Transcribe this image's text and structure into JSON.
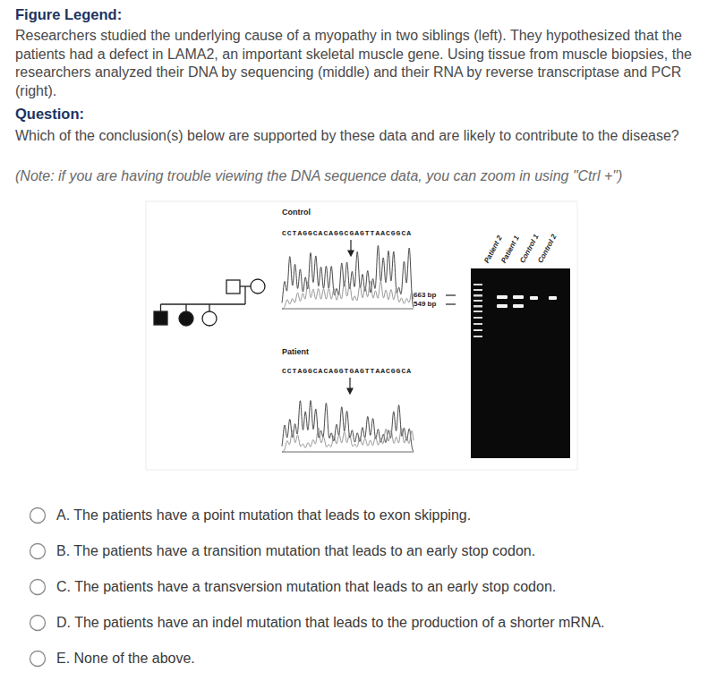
{
  "diagram": {
    "labels": [
      "Figure Legend:",
      "Researchers studied the underlying cause of a myopathy in two siblings (left). They hypothesized that the patients had a defect in LAMA2, an important skeletal muscle gene. Using tissue from muscle biopsies, the researchers analyzed their DNA by sequencing (middle) and their RNA by reverse transcriptase and PCR (right).",
      "Question:",
      "Which of the conclusion(s) below are supported by these data and are likely to contribute to the disease?",
      "(Note: if you are having trouble viewing the DNA sequence data, you can zoom in using \"Ctrl +\")",
      "Control",
      "CCTAGGCACAGGCGAGTTAACGGCA",
      "Patient",
      "CCTAGGCACAGGTGAGTTAACGGCA",
      "663 bp",
      "549 bp",
      "Patient 2",
      "Patient 1",
      "Control 1",
      "Control 2",
      "A. The patients have a point mutation that leads to exon skipping.",
      "B. The patients have a transition mutation that leads to an early stop codon.",
      "C. The patients have a transversion mutation that leads to an early stop codon.",
      "D. The patients have an indel mutation that leads to the production of a shorter mRNA.",
      "E. None of the above."
    ]
  }
}
